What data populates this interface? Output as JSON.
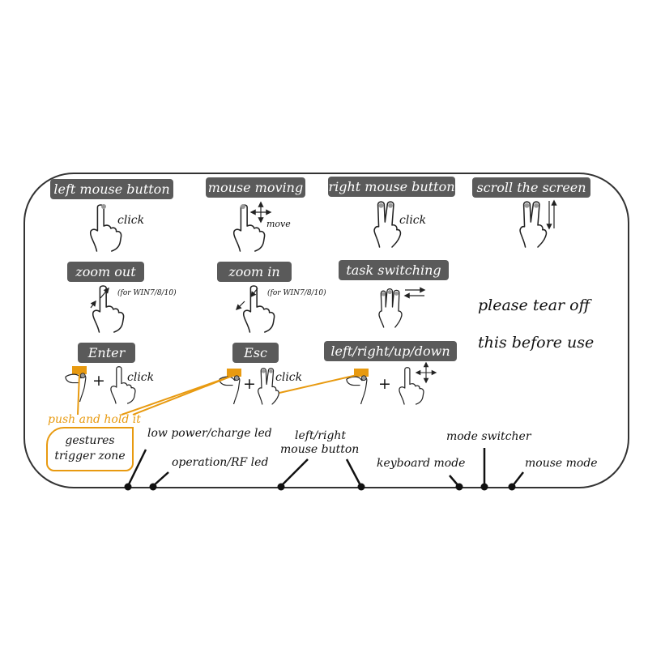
{
  "gestures": {
    "left_mouse_button": "left mouse button",
    "mouse_moving": "mouse moving",
    "right_mouse_button": "right mouse button",
    "scroll_the_screen": "scroll the screen",
    "zoom_out": "zoom out",
    "zoom_in": "zoom in",
    "task_switching": "task switching",
    "enter": "Enter",
    "esc": "Esc",
    "left_right_up_down": "left/right/up/down"
  },
  "annotations": {
    "click": "click",
    "move": "move",
    "for_win": "(for WIN7/8/10)",
    "plus": "+"
  },
  "notice": {
    "line1": "please tear off",
    "line2": "this before use"
  },
  "trigger": {
    "push_and_hold": "push and hold it",
    "zone_line1": "gestures",
    "zone_line2": "trigger zone"
  },
  "hardware": {
    "low_power_led": "low power/charge led",
    "operation_led": "operation/RF led",
    "lr_button_line1": "left/right",
    "lr_button_line2": "mouse button",
    "keyboard_mode": "keyboard mode",
    "mode_switcher": "mode switcher",
    "mouse_mode": "mouse mode"
  },
  "colors": {
    "accent": "#e89a10",
    "pill": "#5a5a5a",
    "ink": "#111111"
  }
}
